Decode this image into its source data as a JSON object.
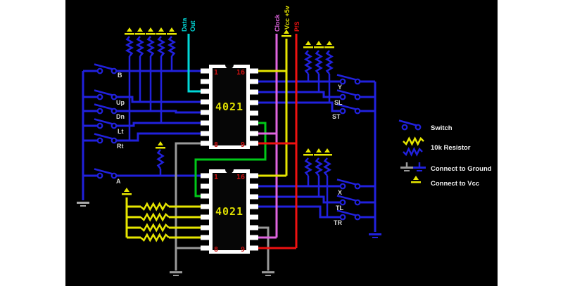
{
  "diagram": {
    "chip_label": "4021",
    "pins": {
      "p1": "1",
      "p16": "16",
      "p8": "8",
      "p9": "9"
    },
    "left_switches": [
      "B",
      "Up",
      "Dn",
      "Lt",
      "Rt",
      "A"
    ],
    "right_top_switches": [
      "Y",
      "SL",
      "ST"
    ],
    "right_bottom_switches": [
      "X",
      "TL",
      "TR"
    ],
    "signal_labels": {
      "data_line1": "Data",
      "data_line2": "Out",
      "clock": "Clock",
      "vcc": "Vcc +5v",
      "ps": "P/S"
    },
    "legend": {
      "switch": "Switch",
      "resistor": "10k Resistor",
      "ground": "Connect to Ground",
      "vcc": "Connect to Vcc"
    },
    "colors": {
      "wire_blue": "#2121dd",
      "data_cyan": "#00d8d8",
      "clock_magenta": "#e065e0",
      "vcc_yellow": "#e6e600",
      "ps_red": "#ee1111",
      "cascade_green": "#00c818",
      "ground_gray": "#999999"
    }
  }
}
